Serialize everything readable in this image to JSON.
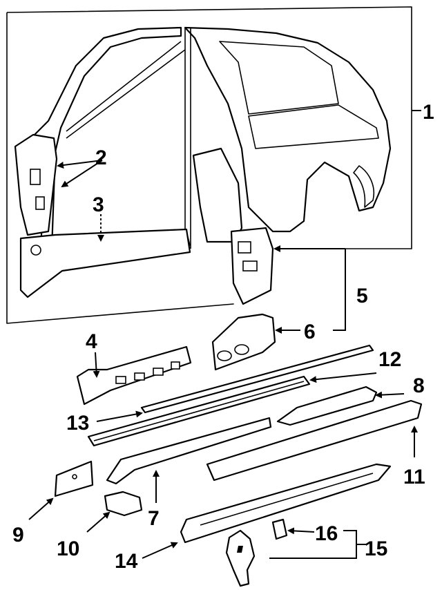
{
  "callouts": [
    "1",
    "2",
    "3",
    "4",
    "5",
    "6",
    "7",
    "8",
    "9",
    "10",
    "11",
    "12",
    "13",
    "14",
    "15",
    "16"
  ],
  "colors": {
    "line": "#000000",
    "background": "#ffffff"
  }
}
